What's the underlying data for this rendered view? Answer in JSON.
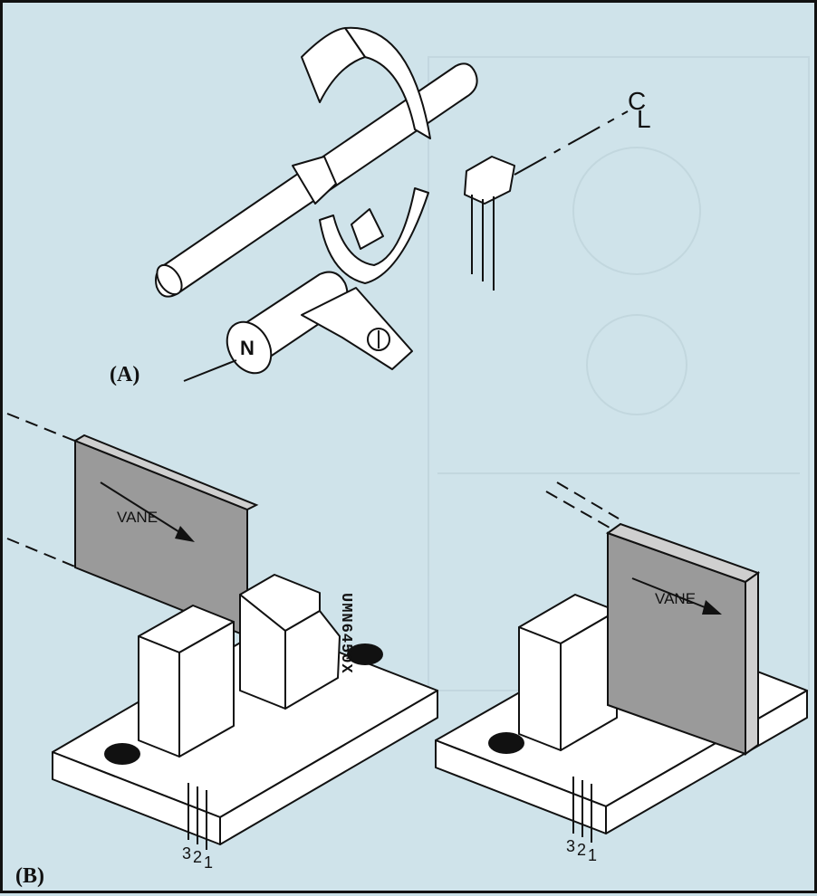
{
  "labels": {
    "panel_a": "(A)",
    "panel_b": "(B)",
    "magnet_pole": "N",
    "centerline_c": "C",
    "centerline_l": "L",
    "vane_left": "VANE",
    "vane_right": "VANE",
    "part_number": "UMN6450X",
    "pins_left": [
      "3",
      "2",
      "1"
    ],
    "pins_right": [
      "3",
      "2",
      "1"
    ]
  },
  "colors": {
    "background": "#cfe3ea",
    "vane_fill": "#9a9a9a",
    "vane_edge": "#cfcfcf",
    "line": "#111111",
    "bleed_text": "#b6cbd2"
  }
}
